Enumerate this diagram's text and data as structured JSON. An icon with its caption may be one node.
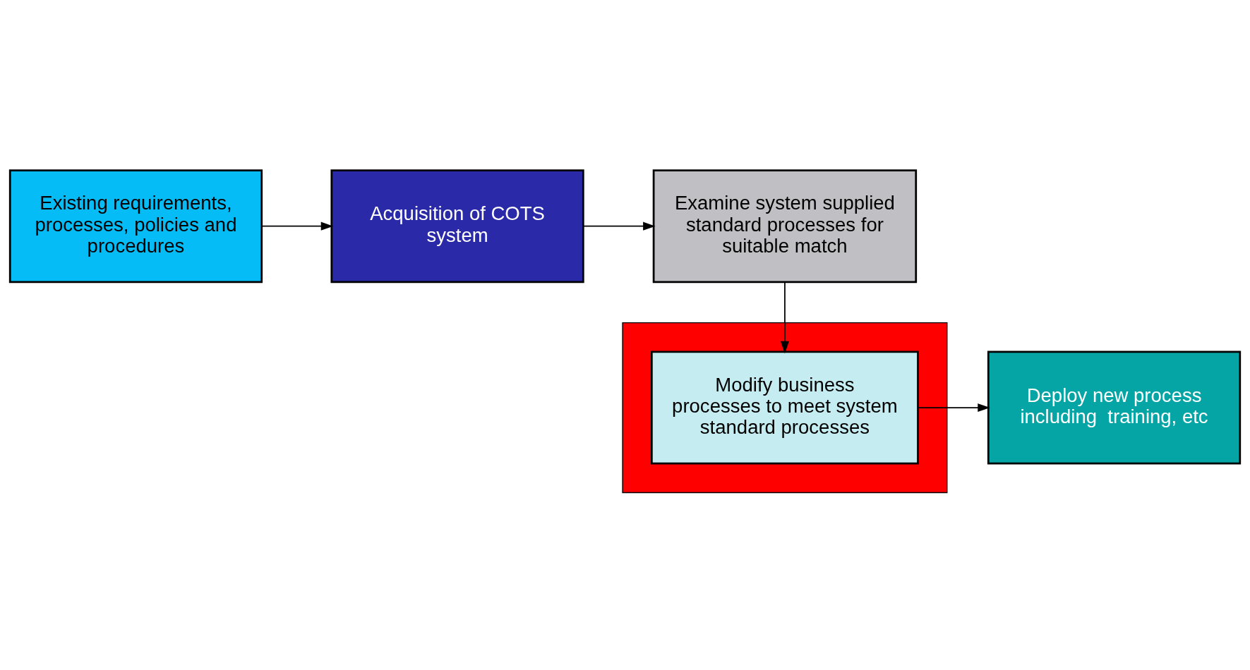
{
  "diagram": {
    "nodes": [
      {
        "text": [
          "Existing requirements, processes, policies and procedures"
        ]
      },
      {
        "text": [
          "Acquisition of COTS system"
        ]
      },
      {
        "text": [
          "Examine system supplied standard processes for suitable match"
        ]
      },
      {
        "text": [],
        "shape": "star"
      },
      {
        "text": [
          "Modify business processes to meet system standard processes"
        ],
        "in": 3
      },
      {
        "text": [
          "Deploy new process including  training, etc"
        ]
      }
    ],
    "edges": [
      {
        "from": 0,
        "to": 1,
        "arrow": "to"
      },
      {
        "from": 1,
        "to": 2,
        "arrow": "to"
      },
      {
        "from": 2,
        "to": 4,
        "arrow": "to"
      },
      {
        "from": 4,
        "to": 5,
        "arrow": "to"
      }
    ]
  }
}
